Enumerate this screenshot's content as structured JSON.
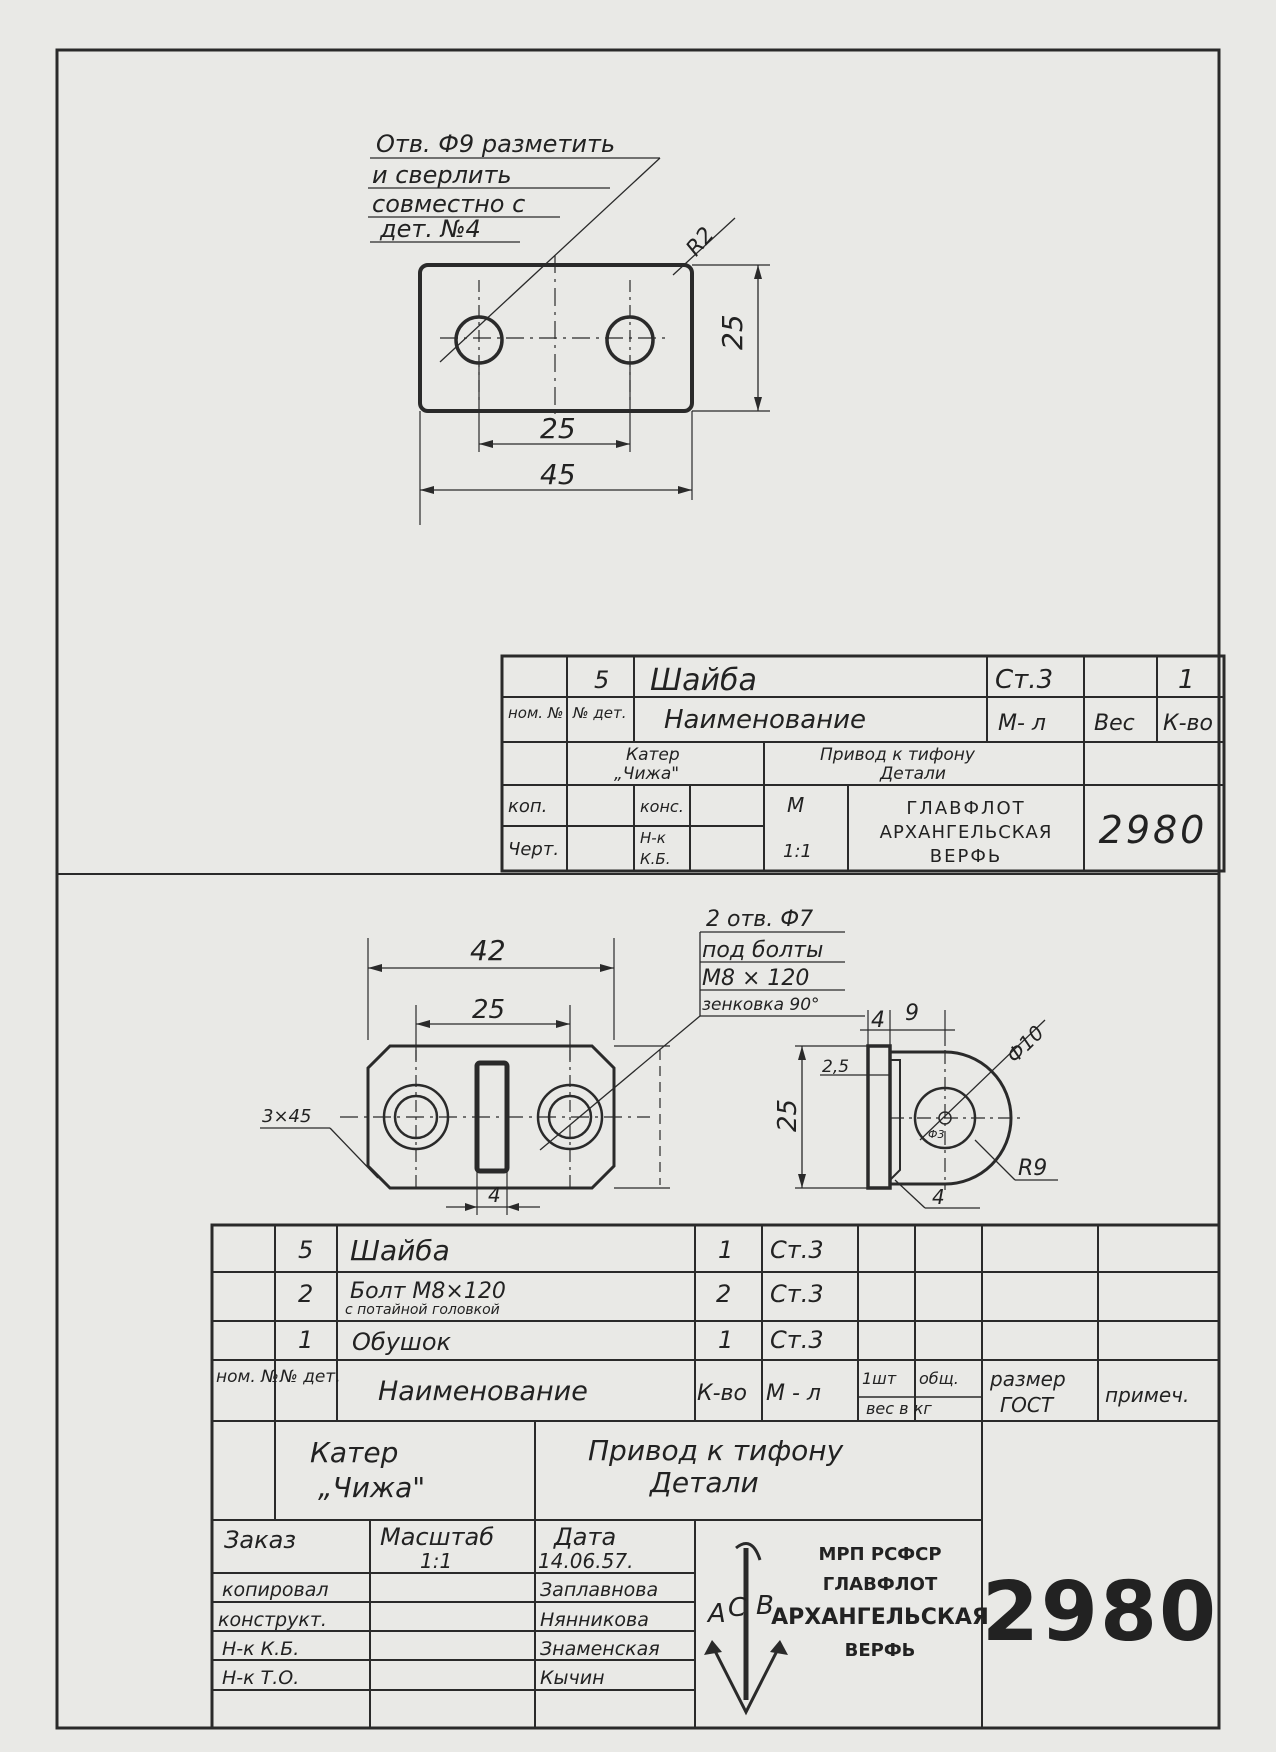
{
  "top_drawing": {
    "note_lines": [
      "Отв. Ф9 разметить",
      "и сверлить",
      "совместно с",
      "дет. №4"
    ],
    "dim_radius": "R2",
    "dim_height": "25",
    "dim_hole_spacing": "25",
    "dim_width": "45"
  },
  "top_block": {
    "part_num": "5",
    "part_name": "Шайба",
    "material": "Ст.3",
    "qty": "1",
    "hdr_num": "ном. №",
    "hdr_det": "№ дет.",
    "hdr_name": "Наименование",
    "hdr_mat": "М- л",
    "hdr_weight": "Вес",
    "hdr_qty": "К-во",
    "boat_1": "Катер",
    "boat_2": "„Чижа\"",
    "title_1": "Привод к тифону",
    "title_2": "Детали",
    "kop": "коп.",
    "chert": "Черт.",
    "kons": "конс.",
    "nk": "Н-к",
    "kb": "К.Б.",
    "scale_m": "М",
    "scale": "1:1",
    "org_1": "ГЛАВФЛОТ",
    "org_2": "АРХАНГЕЛЬСКАЯ",
    "org_3": "ВЕРФЬ",
    "drawing_no": "2980"
  },
  "bottom_drawing": {
    "dim_width": "42",
    "dim_hole_spacing": "25",
    "dim_chamfer": "3×45",
    "dim_slot": "4",
    "dim_height": "25",
    "note_lines": [
      "2 отв. Ф7",
      "под болты",
      "М8 × 120",
      "зенковка 90°"
    ],
    "side_dim_4": "4",
    "side_dim_9": "9",
    "side_dim_25": "2,5",
    "side_dim_diam": "Ф10",
    "side_dim_d3": "Ф3",
    "side_dim_r9": "R9",
    "side_dim_4b": "4"
  },
  "bottom_block": {
    "rows": [
      {
        "num": "5",
        "name": "Шайба",
        "sub": "",
        "qty": "1",
        "mat": "Ст.3"
      },
      {
        "num": "2",
        "name": "Болт М8×120",
        "sub": "с потайной головкой",
        "qty": "2",
        "mat": "Ст.3"
      },
      {
        "num": "1",
        "name": "Обушок",
        "sub": "",
        "qty": "1",
        "mat": "Ст.3"
      }
    ],
    "hdr_num": "ном. №",
    "hdr_det": "№ дет.",
    "hdr_name": "Наименование",
    "hdr_qty": "К-во",
    "hdr_mat": "М - л",
    "hdr_w1": "1шт",
    "hdr_w2": "общ.",
    "hdr_w3": "вес в кг",
    "hdr_size_1": "размер",
    "hdr_size_2": "ГОСТ",
    "hdr_note": "примеч.",
    "boat_1": "Катер",
    "boat_2": "„Чижа\"",
    "title_1": "Привод к тифону",
    "title_2": "Детали",
    "order": "Заказ",
    "scale_lbl": "Масштаб",
    "scale": "1:1",
    "date_lbl": "Дата",
    "date": "14.06.57.",
    "roles": [
      "копировал",
      "конструкт.",
      "Н-к    К.Б.",
      "Н-к    Т.О."
    ],
    "names": [
      "Заплавнова",
      "Нянникова",
      "Знаменская",
      "Кычин"
    ],
    "org_1": "МРП РСФСР",
    "org_2": "ГЛАВФЛОТ",
    "org_3": "АРХАНГЕЛЬСКАЯ",
    "org_4": "ВЕРФЬ",
    "drawing_no": "2980"
  }
}
